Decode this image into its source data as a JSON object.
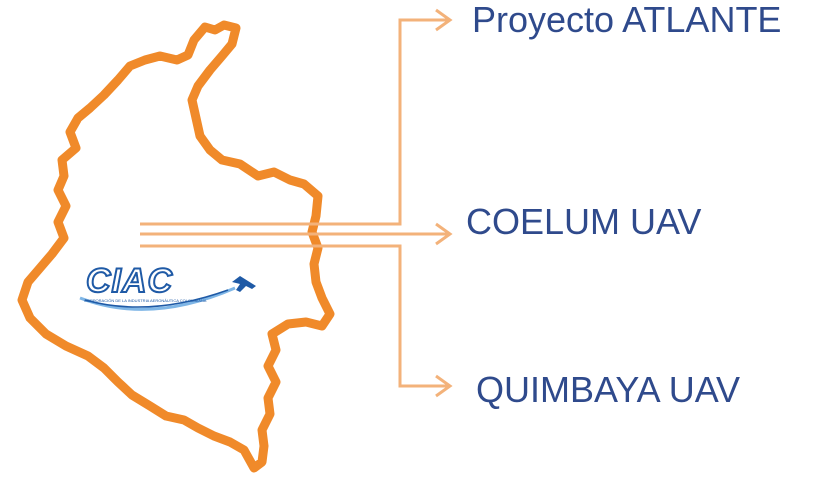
{
  "logo": {
    "text": "CIAC",
    "tagline": "CORPORACIÓN DE LA INDUSTRIA AERONÁUTICA COLOMBIANA"
  },
  "targets": [
    {
      "label": "Proyecto ATLANTE"
    },
    {
      "label": "COELUM UAV"
    },
    {
      "label": "QUIMBAYA UAV"
    }
  ],
  "colors": {
    "map_outline": "#f08a2a",
    "arrow": "#f3b27a",
    "label_text": "#2f4a8c",
    "logo_blue": "#1f5aa6"
  }
}
